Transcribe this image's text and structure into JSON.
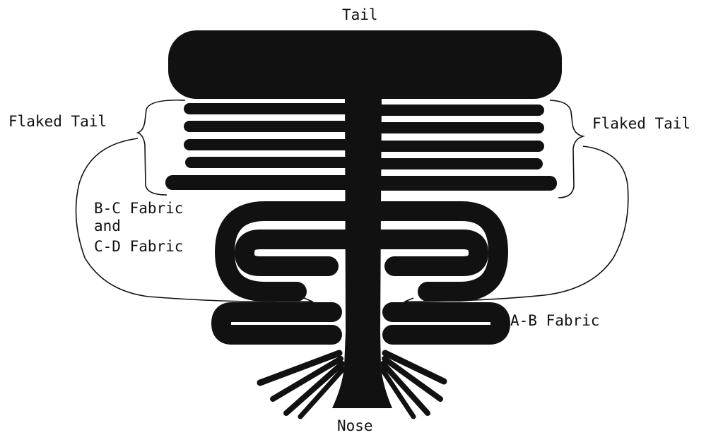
{
  "labels": {
    "tail": "Tail",
    "flaked_tail_left": "Flaked Tail",
    "flaked_tail_right": "Flaked Tail",
    "bc_fabric": "B-C Fabric",
    "and": "and",
    "cd_fabric": "C-D Fabric",
    "ab_fabric": "A-B Fabric",
    "nose": "Nose"
  },
  "colors": {
    "ink": "#111111",
    "background": "#ffffff"
  }
}
